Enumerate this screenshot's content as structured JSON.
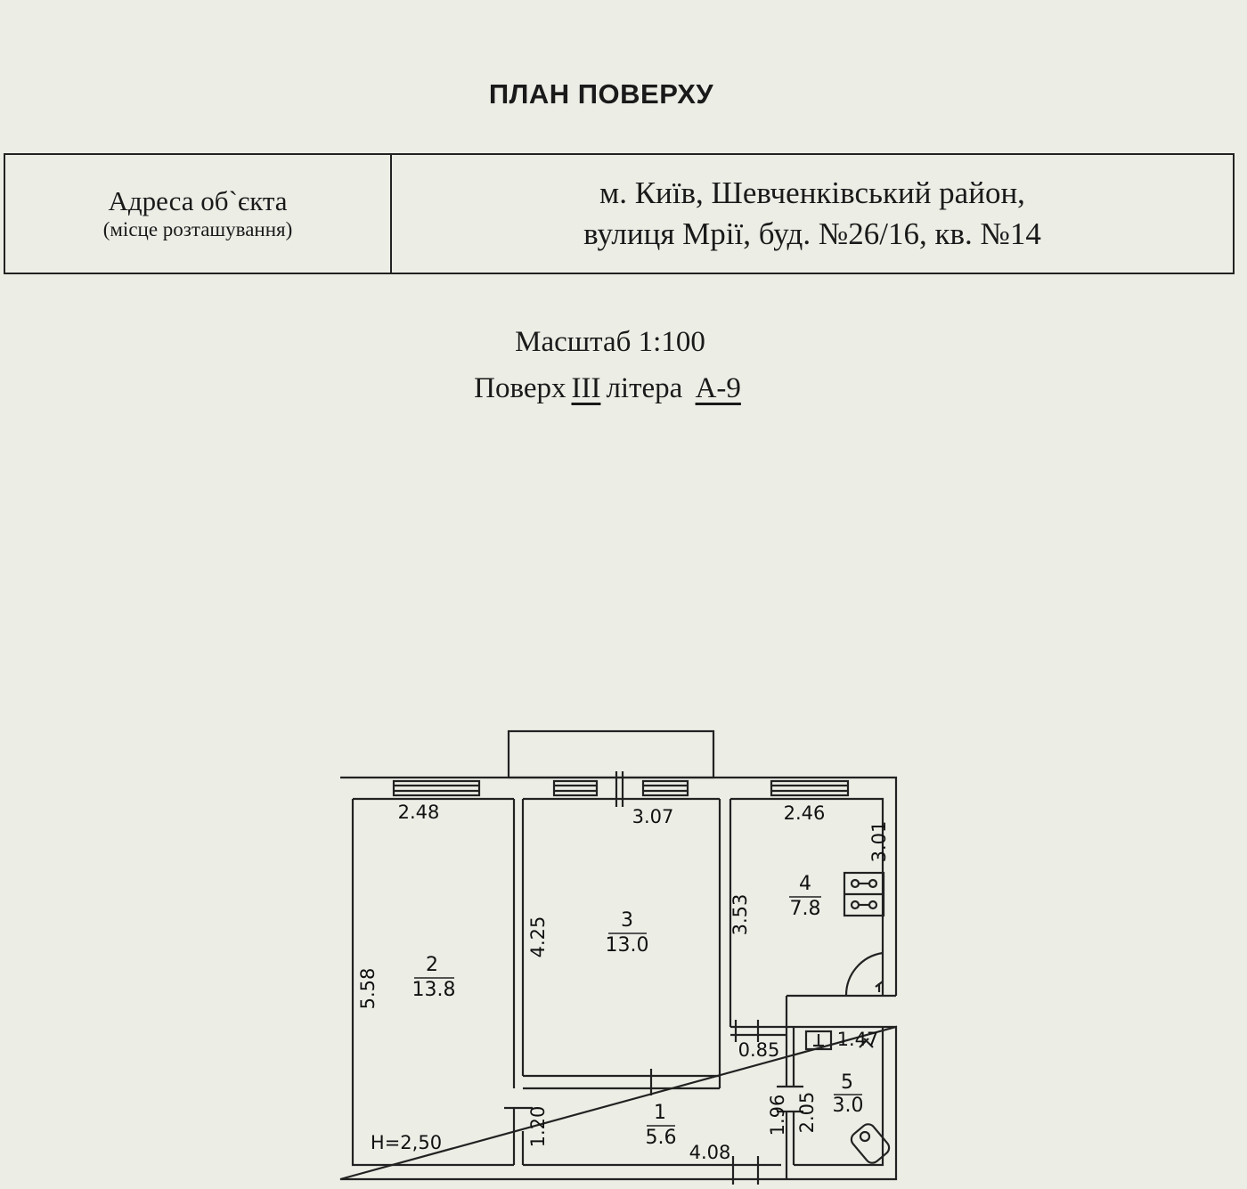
{
  "document": {
    "title": "ПЛАН ПОВЕРХУ",
    "address_label": "Адреса об`єкта",
    "address_sublabel": "(місце розташування)",
    "address_line1": "м. Київ, Шевченківський район,",
    "address_line2": "вулиця Мрії, буд. №26/16, кв. №14",
    "scale_text": "Масштаб 1:100",
    "floor_prefix": "Поверх",
    "floor_value": "III",
    "letter_prefix": "літера",
    "letter_value": "А-9"
  },
  "plan": {
    "height_label": "H=2,50",
    "rooms": [
      {
        "number": "1",
        "area": "5.6"
      },
      {
        "number": "2",
        "area": "13.8"
      },
      {
        "number": "3",
        "area": "13.0"
      },
      {
        "number": "4",
        "area": "7.8"
      },
      {
        "number": "5",
        "area": "3.0"
      }
    ],
    "dimensions": {
      "room2_width": "2.48",
      "room3_width": "3.07",
      "room4_width": "2.46",
      "room4_depth": "3.01",
      "room3_side": "3.53",
      "room3_depth": "4.25",
      "room2_depth": "5.58",
      "corridor_width": "1.20",
      "corridor_length": "4.08",
      "passage": "0.85",
      "bath_width": "1.47",
      "bath_depth": "2.05",
      "bath_opening": "1.96"
    }
  }
}
